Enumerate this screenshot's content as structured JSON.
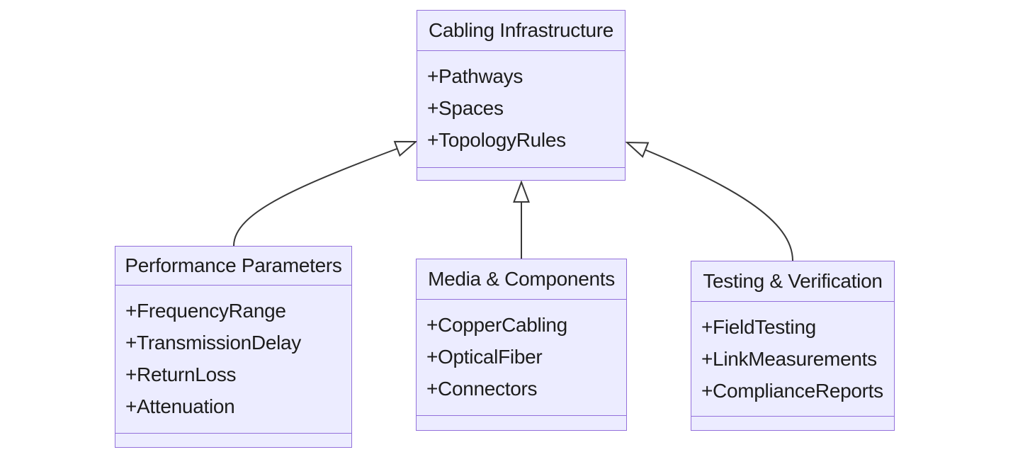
{
  "theme": {
    "background": "#ffffff",
    "node_fill": "#ececff",
    "node_border": "#9370db",
    "edge_color": "#383838",
    "text_color": "#1c1c1c"
  },
  "diagram": {
    "type": "uml-class-diagram",
    "classes": [
      {
        "id": "cabling",
        "title": "Cabling Infrastructure",
        "attributes": [
          "+Pathways",
          "+Spaces",
          "+TopologyRules"
        ],
        "methods": []
      },
      {
        "id": "performance",
        "title": "Performance Parameters",
        "attributes": [
          "+FrequencyRange",
          "+TransmissionDelay",
          "+ReturnLoss",
          "+Attenuation"
        ],
        "methods": []
      },
      {
        "id": "media",
        "title": "Media & Components",
        "attributes": [
          "+CopperCabling",
          "+OpticalFiber",
          "+Connectors"
        ],
        "methods": []
      },
      {
        "id": "testing",
        "title": "Testing & Verification",
        "attributes": [
          "+FieldTesting",
          "+LinkMeasurements",
          "+ComplianceReports"
        ],
        "methods": []
      }
    ],
    "relationships": [
      {
        "from": "Performance Parameters",
        "to": "Cabling Infrastructure",
        "type": "inheritance"
      },
      {
        "from": "Media & Components",
        "to": "Cabling Infrastructure",
        "type": "inheritance"
      },
      {
        "from": "Testing & Verification",
        "to": "Cabling Infrastructure",
        "type": "inheritance"
      }
    ]
  }
}
